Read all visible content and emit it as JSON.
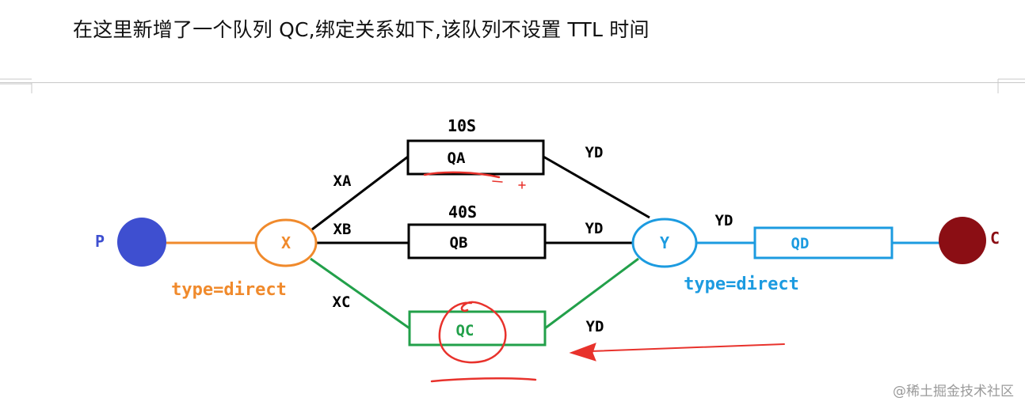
{
  "heading": "在这里新增了一个队列 QC,绑定关系如下,该队列不设置 TTL 时间",
  "watermark": "@稀土掘金技术社区",
  "colors": {
    "black": "#000000",
    "orange": "#f08a2c",
    "blue": "#1c9be0",
    "green": "#22a04a",
    "producer": "#3e4fd0",
    "consumer": "#8b0e14",
    "annotation": "#e8322c"
  },
  "diagram": {
    "producer": {
      "label": "P"
    },
    "exchange_x": {
      "label": "X",
      "type_label": "type=direct"
    },
    "exchange_y": {
      "label": "Y",
      "type_label": "type=direct"
    },
    "consumer": {
      "label": "C"
    },
    "queues": {
      "qa": {
        "label": "QA",
        "ttl": "10S"
      },
      "qb": {
        "label": "QB",
        "ttl": "40S"
      },
      "qc": {
        "label": "QC"
      },
      "qd": {
        "label": "QD"
      }
    },
    "routing_keys": {
      "xa": "XA",
      "xb": "XB",
      "xc": "XC",
      "yd_a": "YD",
      "yd_b": "YD",
      "yd_c": "YD",
      "yd_y": "YD"
    },
    "annotation_icons": [
      "red-circle-highlight-icon",
      "red-arrow-icon",
      "red-underline-icon"
    ]
  }
}
